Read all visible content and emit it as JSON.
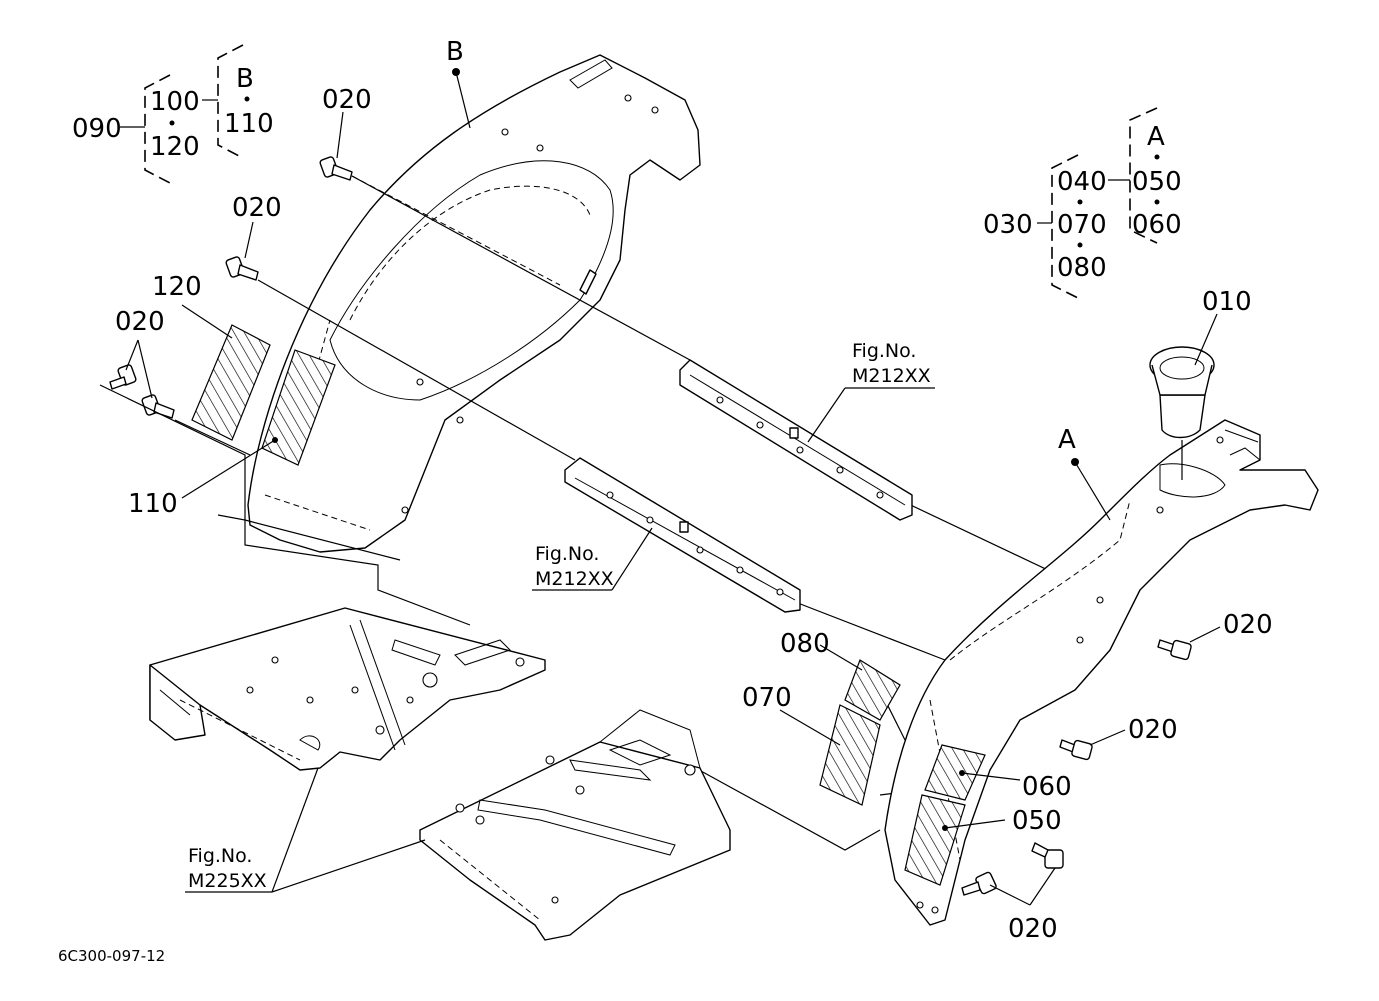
{
  "callouts": {
    "p010": "010",
    "p030": "030",
    "p040": "040",
    "p050": "050",
    "p060": "060",
    "p070": "070",
    "p080": "080",
    "p090": "090",
    "p100": "100",
    "p110": "110",
    "p120": "120",
    "p020_a": "020",
    "p020_b": "020",
    "p020_c": "020",
    "p020_d": "020",
    "p020_e": "020",
    "p020_f": "020",
    "p110_b": "110",
    "p120_b": "120",
    "ref_a": "A",
    "ref_b": "B"
  },
  "group_left": {
    "c090": "090",
    "c100": "100",
    "c120": "120",
    "cB": "B",
    "c110": "110"
  },
  "group_right": {
    "c030": "030",
    "c040": "040",
    "c070": "070",
    "c080": "080",
    "cA": "A",
    "c050": "050",
    "c060": "060"
  },
  "figrefs": {
    "f1_label": "Fig.No.",
    "f1_code": "M212XX",
    "f2_label": "Fig.No.",
    "f2_code": "M212XX",
    "f3_label": "Fig.No.",
    "f3_code": "M225XX"
  },
  "drawing_id": "6C300-097-12"
}
